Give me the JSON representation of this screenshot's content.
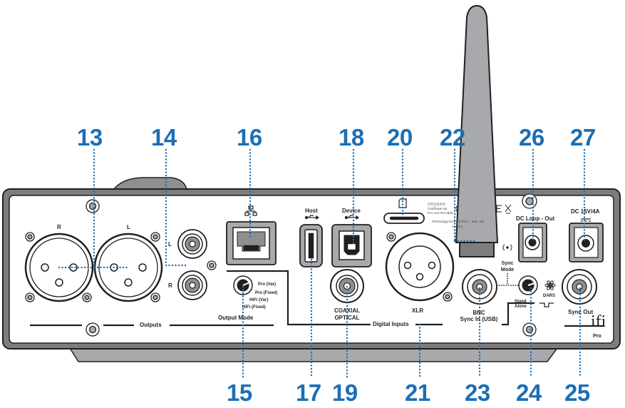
{
  "callout_color": "#1b6fb5",
  "callouts": {
    "c13": "13",
    "c14": "14",
    "c16": "16",
    "c18": "18",
    "c20": "20",
    "c22": "22",
    "c26": "26",
    "c27": "27",
    "c15": "15",
    "c17": "17",
    "c19": "19",
    "c21": "21",
    "c23": "23",
    "c24": "24",
    "c25": "25"
  },
  "labels": {
    "xlr_right": "R",
    "xlr_left": "L",
    "rca_left": "L",
    "rca_right": "R",
    "outputs": "Outputs",
    "output_mode": "Output Mode",
    "mode_pro_var": "Pro (Var)",
    "mode_pro_fixed": "Pro (Fixed)",
    "mode_hifi_var": "HiFi (Var)",
    "mode_hifi_fixed": "HiFi (Fixed)",
    "host": "Host",
    "device": "Device",
    "coaxial": "COAXIAL",
    "optical": "OPTICAL",
    "xlr": "XLR",
    "digital_inputs": "Digital Inputs",
    "bnc": "BNC",
    "sync_in_usb": "Sync In (USB)",
    "sync_mode_1": "Sync",
    "sync_mode_2": "Mode",
    "stand_alone_1": "Stand",
    "stand_alone_2": "Alone",
    "dars": "DARS",
    "sync_out": "Sync Out",
    "dc_loop_out": "DC Loop - Out",
    "dc_15v": "DC 15V/4A",
    "brand": "ifi",
    "brand_sub": "Pro",
    "cert_1": "안전인증번호:",
    "cert_2": "Certificate No.",
    "cert_3": "R-C-ooc-Pro-iddd",
    "tech_text": "Technology licensed from ...udio, UK",
    "assembled": "Assem..."
  }
}
